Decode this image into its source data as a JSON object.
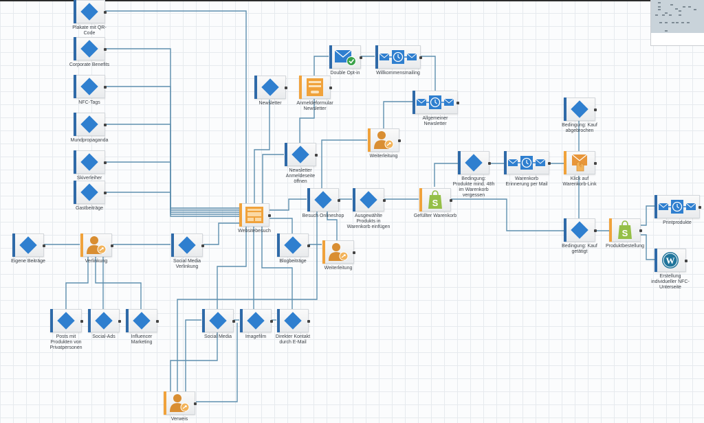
{
  "canvas": {
    "type": "customer-journey-flow"
  },
  "colors": {
    "action_blue": "#2f7fcf",
    "action_bar": "#2f6aa8",
    "trigger_orange": "#f0a23b",
    "connector": "#5e8fae",
    "shopify_green": "#95bf47",
    "wordpress_blue": "#21759b"
  },
  "nodes": {
    "plakate": {
      "label": "Plakate mit QR-\nCode",
      "icon": "diamond-icon"
    },
    "corporate": {
      "label": "Corporate Benefits",
      "icon": "diamond-icon"
    },
    "nfc_tags": {
      "label": "NFC-Tags",
      "icon": "diamond-icon"
    },
    "mund": {
      "label": "Mundpropaganda",
      "icon": "diamond-icon"
    },
    "ski": {
      "label": "Skiverleiher",
      "icon": "diamond-icon"
    },
    "gast": {
      "label": "Gastbeiträge",
      "icon": "diamond-icon"
    },
    "eigene": {
      "label": "Eigene Beiträge",
      "icon": "diamond-icon"
    },
    "verlinkung": {
      "label": "Verlinkung",
      "icon": "person-share-icon"
    },
    "sm_verlinkung": {
      "label": "Social Media\nVerlinkung",
      "icon": "diamond-icon"
    },
    "posts": {
      "label": "Posts mit\nProdukten von\nPrivatpersonen",
      "icon": "diamond-icon"
    },
    "social_ads": {
      "label": "Social-Ads",
      "icon": "diamond-icon"
    },
    "influencer": {
      "label": "Influencer\nMarketing",
      "icon": "diamond-icon"
    },
    "newsletter": {
      "label": "Newsletter",
      "icon": "diamond-icon"
    },
    "anmeldeformular": {
      "label": "Anmeldeformular\nNewsletter",
      "icon": "form-icon"
    },
    "double_optin": {
      "label": "Double Opt-in",
      "icon": "email-check-icon"
    },
    "willkommen": {
      "label": "Willkommensmailing",
      "icon": "email-timer-icon"
    },
    "allgemeiner": {
      "label": "Allgemeiner\nNewsletter",
      "icon": "email-timer-icon"
    },
    "weiterleitung_top": {
      "label": "Weiterleitung",
      "icon": "person-share-icon"
    },
    "nl_anmeldeseite": {
      "label": "Newsletter\nAnmeldeseite\nöffnen",
      "icon": "diamond-icon"
    },
    "websitebesuch": {
      "label": "Websitebesuch",
      "icon": "webpage-icon"
    },
    "onlineshop": {
      "label": "Besuch Onlineshop",
      "icon": "diamond-icon"
    },
    "ausgewaehlte": {
      "label": "Ausgewählte\nProdukts in\nWarenkorb einfügen",
      "icon": "diamond-icon"
    },
    "gefuellter": {
      "label": "Gefüllter Warenkorb",
      "icon": "shopify-icon"
    },
    "blog": {
      "label": "Blogbeiträge",
      "icon": "diamond-icon"
    },
    "weiterleitung_mid": {
      "label": "Weiterleitung",
      "icon": "person-share-icon"
    },
    "social_media": {
      "label": "Social Media",
      "icon": "diamond-icon"
    },
    "imagefilm": {
      "label": "Imagefilm",
      "icon": "diamond-icon"
    },
    "direkter": {
      "label": "Direkter Kontakt\ndurch E-Mail",
      "icon": "diamond-icon"
    },
    "verweis": {
      "label": "Verweis",
      "icon": "person-share-icon"
    },
    "bed_48h": {
      "label": "Bedingung:\nProdukte mind. 48h\nim Warenkorb\nvergessen",
      "icon": "diamond-icon"
    },
    "wk_erinnerung": {
      "label": "Warenkorb\nErinnerung per Mail",
      "icon": "email-timer-icon"
    },
    "bed_abgebrochen": {
      "label": "Bedingung: Kauf\nabgebrochen",
      "icon": "diamond-icon"
    },
    "klick": {
      "label": "Klick auf\nWarenkorb-Link",
      "icon": "email-click-icon"
    },
    "bed_getaetigt": {
      "label": "Bedingung: Kauf\ngetätigt",
      "icon": "diamond-icon"
    },
    "produktbestellung": {
      "label": "Produktbestellung",
      "icon": "shopify-icon"
    },
    "printprodukte": {
      "label": "Printprodukte",
      "icon": "email-timer-icon"
    },
    "erstellung": {
      "label": "Erstellung\nindividueller NFC-\nUnterseite",
      "icon": "wordpress-icon"
    }
  },
  "edges": [
    [
      "plakate",
      "websitebesuch"
    ],
    [
      "corporate",
      "websitebesuch"
    ],
    [
      "nfc_tags",
      "websitebesuch"
    ],
    [
      "mund",
      "websitebesuch"
    ],
    [
      "ski",
      "websitebesuch"
    ],
    [
      "gast",
      "websitebesuch"
    ],
    [
      "eigene",
      "verlinkung"
    ],
    [
      "verlinkung",
      "sm_verlinkung"
    ],
    [
      "sm_verlinkung",
      "websitebesuch"
    ],
    [
      "verlinkung",
      "posts"
    ],
    [
      "verlinkung",
      "social_ads"
    ],
    [
      "verlinkung",
      "influencer"
    ],
    [
      "newsletter",
      "websitebesuch"
    ],
    [
      "anmeldeformular",
      "double_optin"
    ],
    [
      "anmeldeformular",
      "nl_anmeldeseite"
    ],
    [
      "double_optin",
      "willkommen"
    ],
    [
      "willkommen",
      "allgemeiner"
    ],
    [
      "allgemeiner",
      "weiterleitung_top"
    ],
    [
      "weiterleitung_top",
      "onlineshop"
    ],
    [
      "nl_anmeldeseite",
      "websitebesuch"
    ],
    [
      "websitebesuch",
      "onlineshop"
    ],
    [
      "websitebesuch",
      "blog"
    ],
    [
      "websitebesuch",
      "social_media"
    ],
    [
      "websitebesuch",
      "imagefilm"
    ],
    [
      "websitebesuch",
      "direkter"
    ],
    [
      "onlineshop",
      "ausgewaehlte"
    ],
    [
      "ausgewaehlte",
      "gefuellter"
    ],
    [
      "onlineshop",
      "weiterleitung_mid"
    ],
    [
      "blog",
      "weiterleitung_mid"
    ],
    [
      "onlineshop",
      "verweis"
    ],
    [
      "social_media",
      "imagefilm"
    ],
    [
      "imagefilm",
      "direkter"
    ],
    [
      "social_media",
      "verweis"
    ],
    [
      "imagefilm",
      "verweis"
    ],
    [
      "gefuellter",
      "bed_48h"
    ],
    [
      "bed_48h",
      "wk_erinnerung"
    ],
    [
      "wk_erinnerung",
      "klick"
    ],
    [
      "bed_abgebrochen",
      "klick"
    ],
    [
      "klick",
      "bed_getaetigt"
    ],
    [
      "gefuellter",
      "bed_getaetigt"
    ],
    [
      "bed_getaetigt",
      "produktbestellung"
    ],
    [
      "produktbestellung",
      "printprodukte"
    ],
    [
      "produktbestellung",
      "erstellung"
    ]
  ],
  "minimap": {
    "label": "minimap"
  }
}
